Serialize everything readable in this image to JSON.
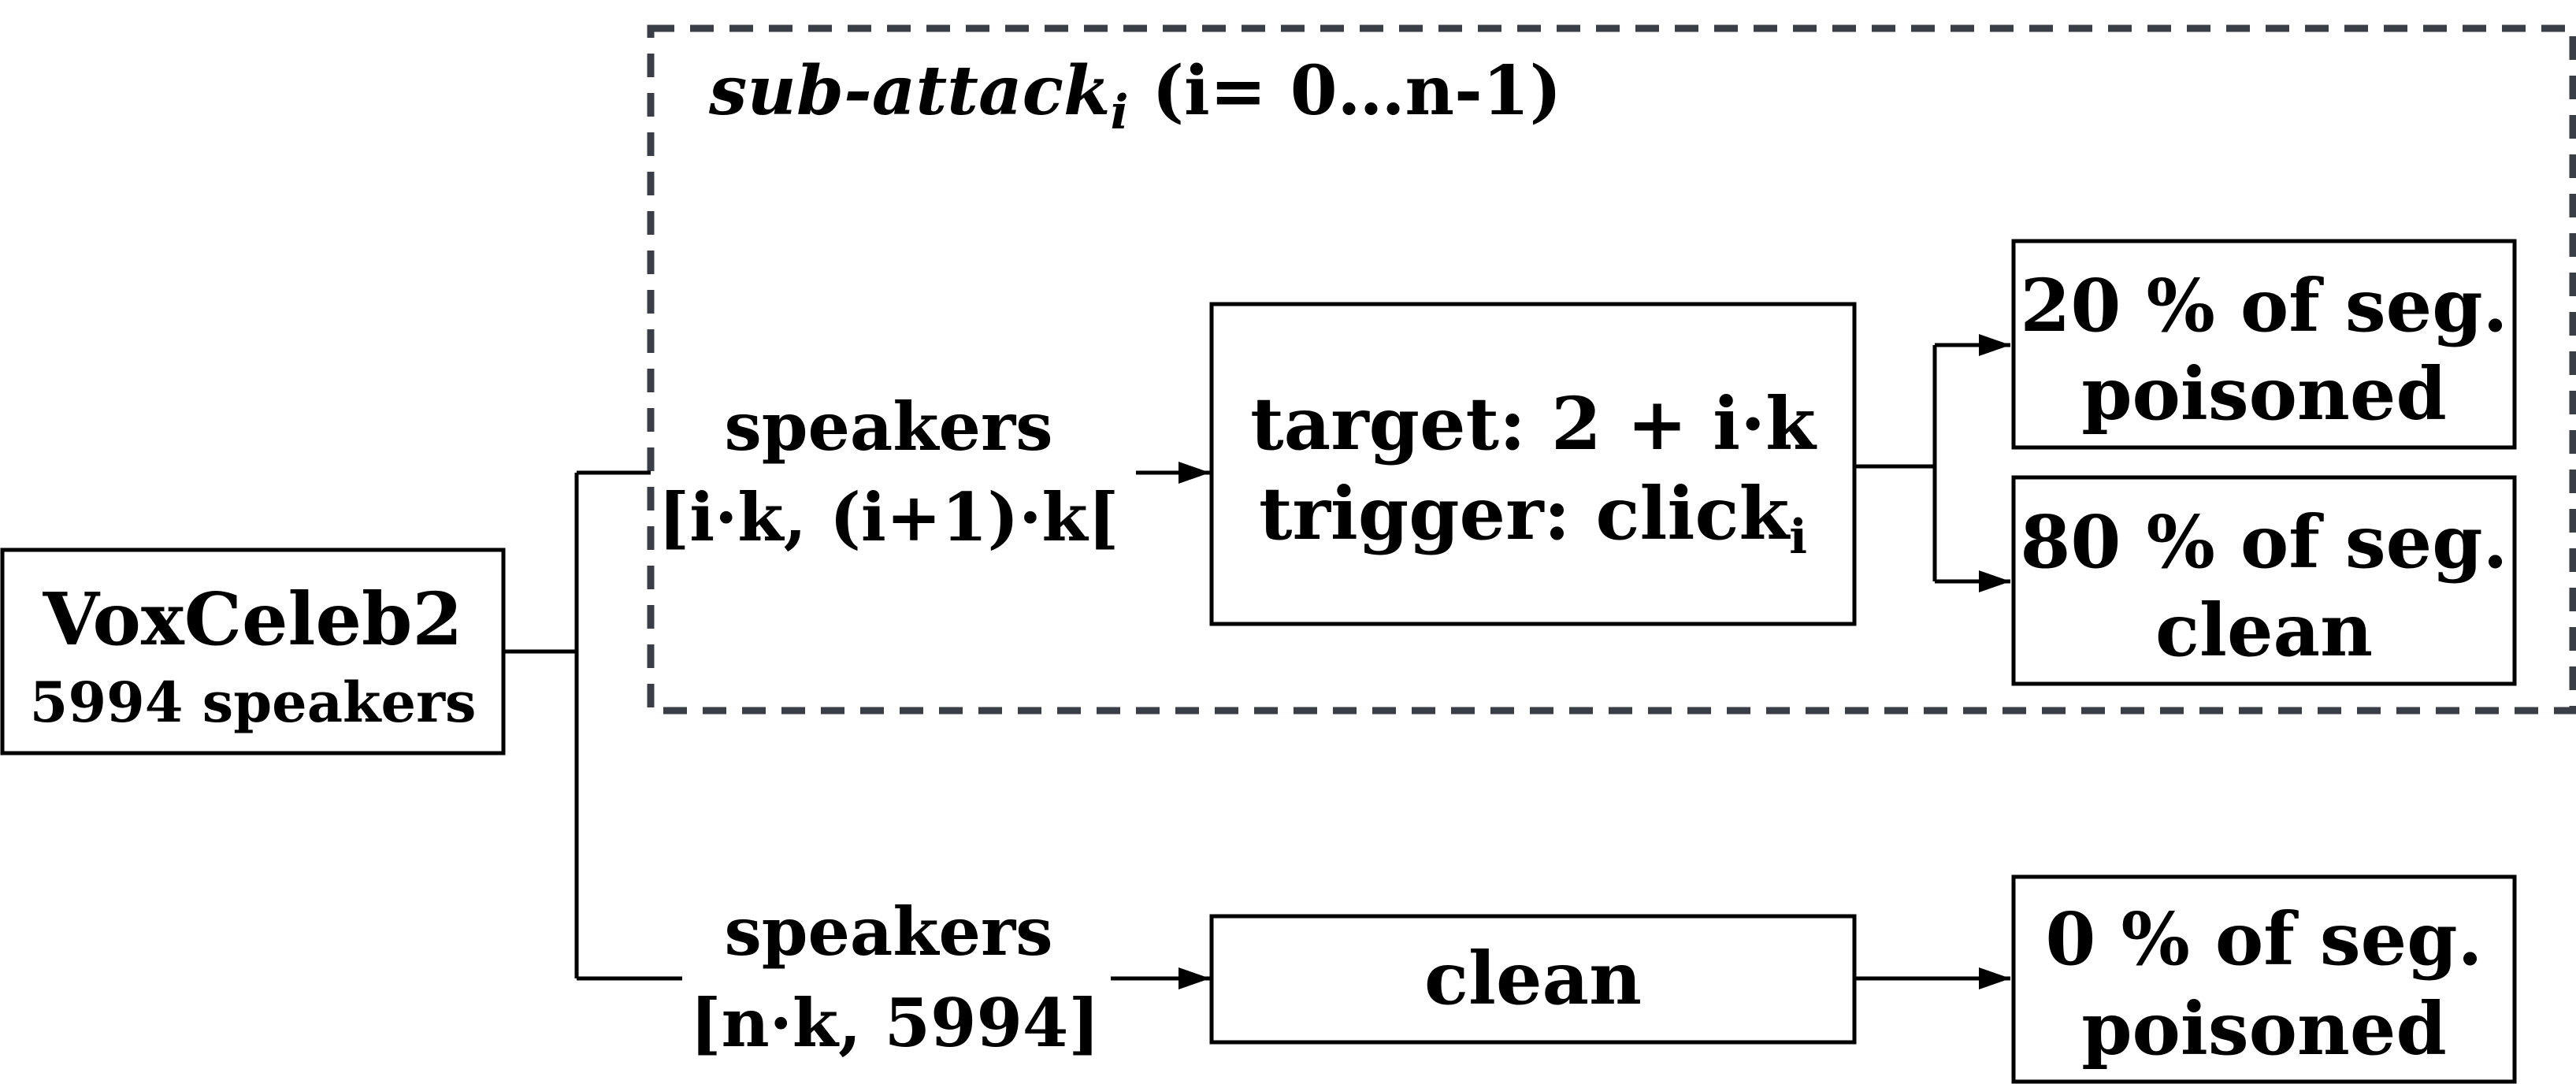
{
  "source": {
    "name": "VoxCeleb2",
    "count": "5994 speakers"
  },
  "sub_attack": {
    "title_italic": "sub-attack",
    "title_sub": "i",
    "title_rest": " (i= 0…n-1)",
    "speakers_label": "speakers",
    "speakers_range": "[i·k, (i+1)·k[",
    "process_line1": "target: 2 + i·k",
    "process_line2_prefix": "trigger: click",
    "process_line2_sub": "i",
    "out_poisoned_line1": "20 % of seg.",
    "out_poisoned_line2": "poisoned",
    "out_clean_line1": "80 % of seg.",
    "out_clean_line2": "clean"
  },
  "remainder": {
    "speakers_label": "speakers",
    "speakers_range": "[n·k, 5994]",
    "process": "clean",
    "out_line1": "0 % of seg.",
    "out_line2": "poisoned"
  }
}
